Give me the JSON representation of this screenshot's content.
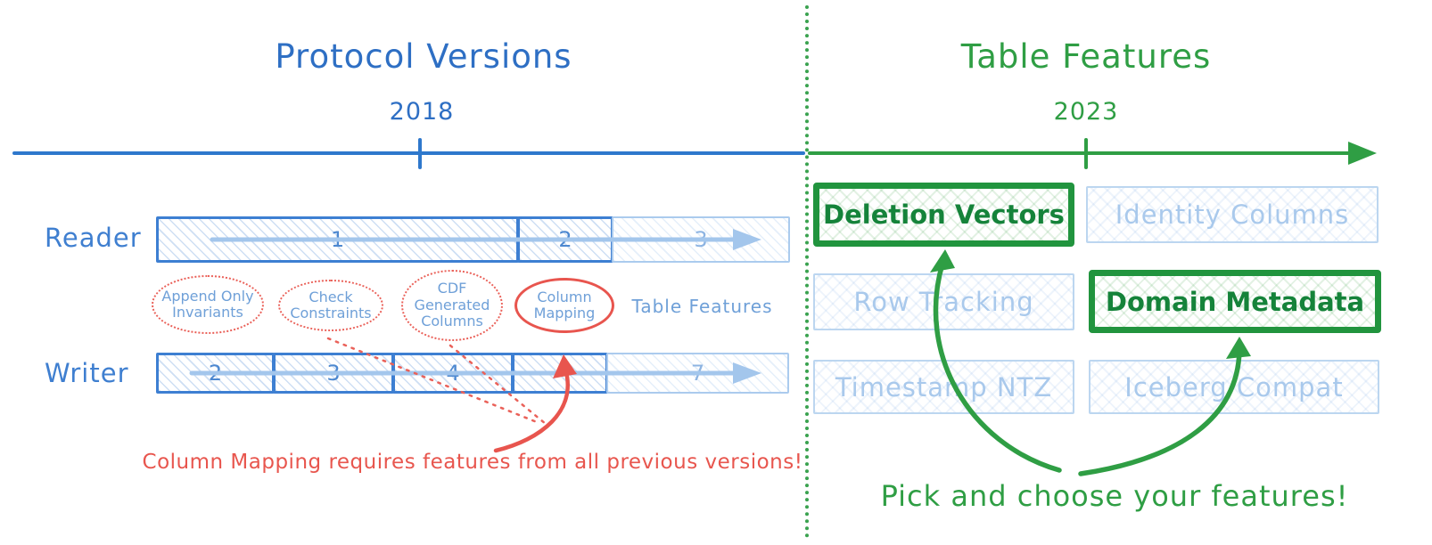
{
  "left": {
    "title": "Protocol Versions",
    "year": "2018",
    "reader_label": "Reader",
    "writer_label": "Writer",
    "reader_segments": [
      "1",
      "2",
      "3"
    ],
    "writer_segments": [
      "2",
      "3",
      "4",
      "",
      "7"
    ],
    "ellipses": [
      {
        "name": "append-only-invariants",
        "lines": [
          "Append Only",
          "Invariants"
        ]
      },
      {
        "name": "check-constraints",
        "lines": [
          "Check",
          "Constraints"
        ]
      },
      {
        "name": "cdf-generated-columns",
        "lines": [
          "CDF",
          "Generated",
          "Columns"
        ]
      },
      {
        "name": "column-mapping",
        "lines": [
          "Column",
          "Mapping"
        ]
      }
    ],
    "table_features_text": "Table Features",
    "annotation": "Column Mapping requires features from all previous versions!"
  },
  "right": {
    "title": "Table Features",
    "year": "2023",
    "features": [
      {
        "label": "Deletion Vectors",
        "state": "selected"
      },
      {
        "label": "Identity Columns",
        "state": "available"
      },
      {
        "label": "Row Tracking",
        "state": "available"
      },
      {
        "label": "Domain Metadata",
        "state": "selected"
      },
      {
        "label": "Timestamp NTZ",
        "state": "available"
      },
      {
        "label": "Iceberg Compat",
        "state": "available"
      }
    ],
    "annotation": "Pick and choose your features!"
  },
  "colors": {
    "blue": "#2e6fc4",
    "light_blue": "#a9c9ec",
    "red": "#e8554e",
    "green": "#2f9e44"
  }
}
